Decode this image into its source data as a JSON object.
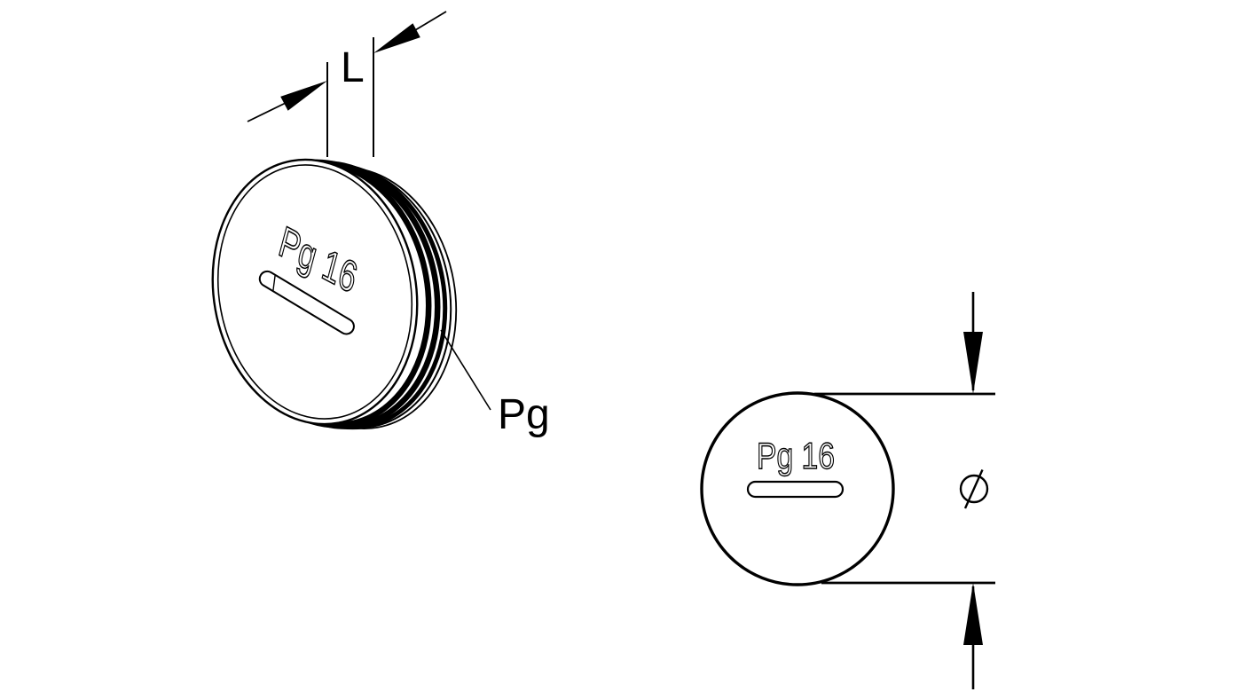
{
  "colors": {
    "line": "#000000",
    "background": "#ffffff"
  },
  "perspective_view": {
    "face_marking": "Pg 16",
    "length_dimension_label": "L",
    "thread_leader_label": "Pg"
  },
  "front_view": {
    "face_marking": "Pg 16",
    "diameter_symbol": "Ø"
  }
}
